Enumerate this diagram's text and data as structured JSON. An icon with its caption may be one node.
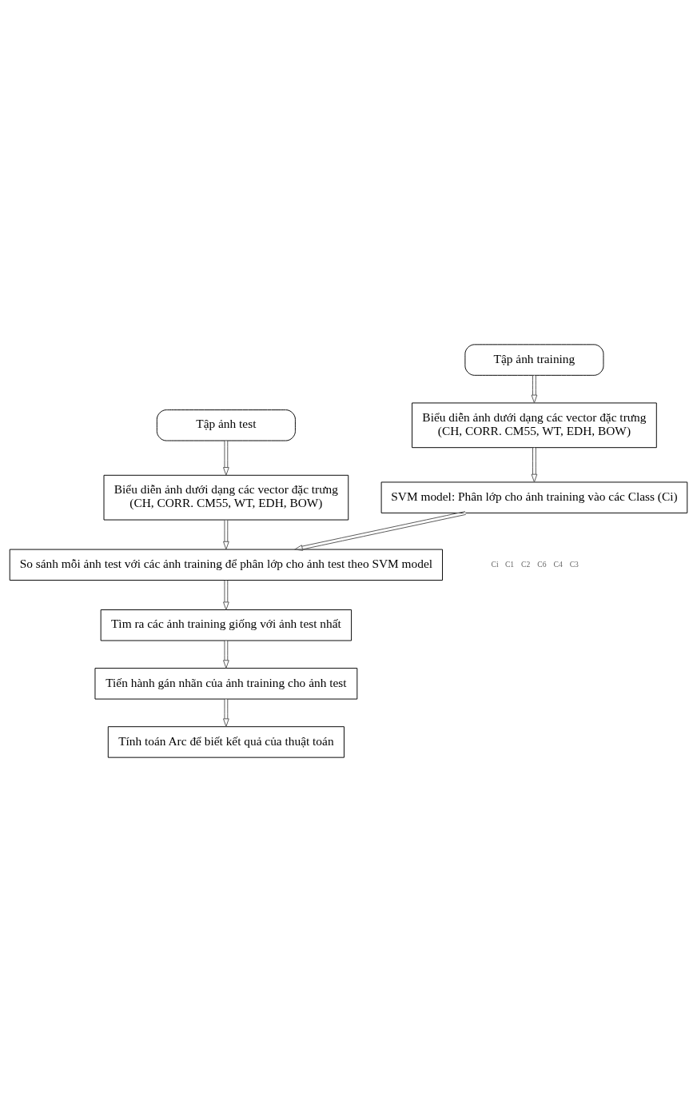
{
  "diagram": {
    "nodes": [
      {
        "text": [
          "Tập ảnh test"
        ]
      },
      {
        "text": [
          "Tập ảnh training"
        ]
      },
      {
        "text": [
          "Biểu diễn ảnh dưới dạng các vector đặc trưng",
          "(CH, CORR. CM55, WT, EDH, BOW)"
        ]
      },
      {
        "text": [
          "Biểu diễn ảnh dưới dạng các vector đặc trưng",
          "(CH, CORR. CM55, WT, EDH, BOW)"
        ]
      },
      {
        "text": [
          "SVM model: Phân lớp cho ảnh training vào các Class (Ci)"
        ]
      },
      {
        "text": [
          "So sánh mỗi ảnh test với các ảnh training để phân lớp cho ảnh test theo SVM model"
        ]
      },
      {
        "text": [
          "Tìm ra các ảnh training giống với ảnh test nhất"
        ]
      },
      {
        "text": [
          "Tiến hành gán nhãn của ảnh training cho ảnh test"
        ]
      },
      {
        "text": [
          "Tính toán Arc để biết kết quả của thuật toán"
        ]
      }
    ],
    "edges": [
      {
        "from": 0,
        "to": 2,
        "arrow": "to"
      },
      {
        "from": 1,
        "to": 3,
        "arrow": "to"
      },
      {
        "from": 3,
        "to": 4,
        "arrow": "to"
      },
      {
        "from": 2,
        "to": 5,
        "arrow": "to"
      },
      {
        "from": 4,
        "to": 5,
        "arrow": "to"
      },
      {
        "from": 5,
        "to": 6,
        "arrow": "to"
      },
      {
        "from": 6,
        "to": 7,
        "arrow": "to"
      },
      {
        "from": 7,
        "to": 8,
        "arrow": "to"
      }
    ],
    "labels": [
      "Ci",
      "C1",
      "C2",
      "C6",
      "C4",
      "C3"
    ]
  }
}
